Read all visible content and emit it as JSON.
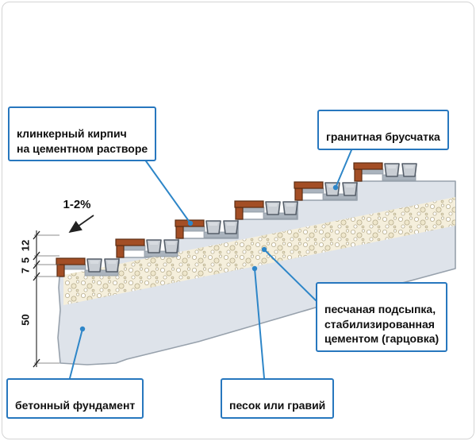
{
  "callouts": {
    "clinker_brick": {
      "text": "клинкерный кирпич\nна цементном растворе"
    },
    "granite_pavers": {
      "text": "гранитная брусчатка"
    },
    "sand_bedding": {
      "text": "песчаная подсыпка,\nстабилизированная\nцементом (гарцовка)"
    },
    "concrete_foundation": {
      "text": "бетонный фундамент"
    },
    "sand_or_gravel": {
      "text": "песок или гравий"
    }
  },
  "dimensions": {
    "slope": "1-2%",
    "d12": "12",
    "d5": "5",
    "d7": "7",
    "d50": "50"
  },
  "colors": {
    "callout_border": "#2777be",
    "leader": "#2e86c8",
    "concrete": "#dee3ea",
    "brick": "#a34e25",
    "paver": "#c9ced4",
    "mortar": "#aab3bd",
    "sand": "#f5efdc"
  }
}
